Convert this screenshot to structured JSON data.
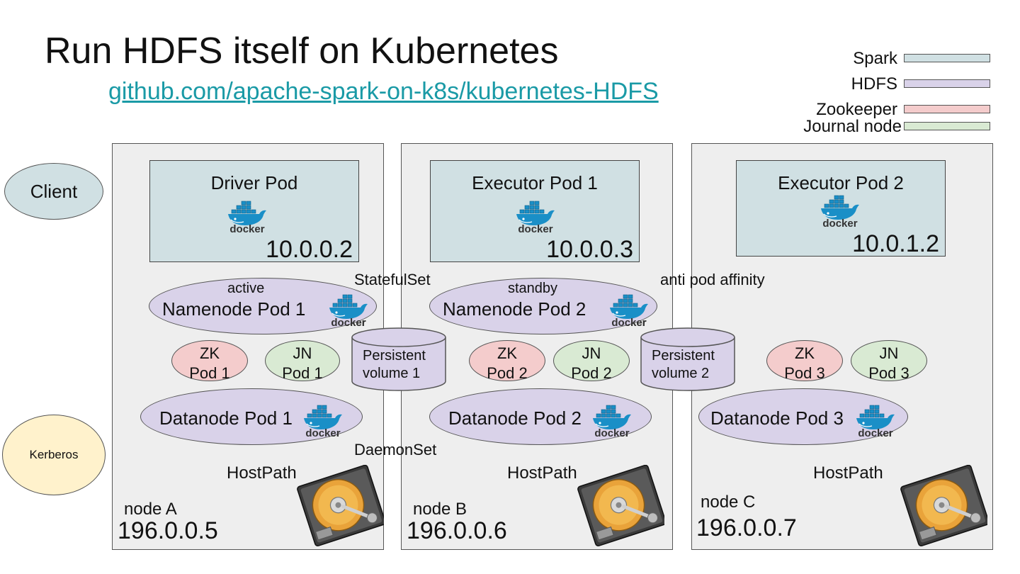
{
  "slide": {
    "title": "Run HDFS itself on Kubernetes",
    "link": "github.com/apache-spark-on-k8s/kubernetes-HDFS"
  },
  "legend": [
    {
      "label": "Spark",
      "color": "#d0e0e3"
    },
    {
      "label": "HDFS",
      "color": "#d9d2e9"
    },
    {
      "label": "Zookeeper",
      "color": "#f4cccc"
    },
    {
      "label": "Journal node",
      "color": "#d9ead3"
    }
  ],
  "client": {
    "label": "Client",
    "color": "#d0e0e3"
  },
  "kerberos": {
    "label": "Kerberos",
    "color": "#fff2cc"
  },
  "icons": {
    "docker": "docker-whale-icon",
    "disk": "hard-disk-icon",
    "docker_text": "docker"
  },
  "annotations": {
    "statefulset": "StatefulSet",
    "anti_affinity": "anti pod affinity",
    "daemonset": "DaemonSet"
  },
  "nodes": {
    "a": {
      "name": "node A",
      "ip": "196.0.0.5",
      "hostpath": "HostPath",
      "pod": {
        "title": "Driver Pod",
        "ip": "10.0.0.2"
      },
      "namenode": {
        "state": "active",
        "label": "Namenode Pod 1"
      },
      "zk": {
        "line1": "ZK",
        "line2": "Pod 1"
      },
      "jn": {
        "line1": "JN",
        "line2": "Pod 1"
      },
      "datanode": "Datanode Pod 1"
    },
    "b": {
      "name": "node B",
      "ip": "196.0.0.6",
      "hostpath": "HostPath",
      "pod": {
        "title": "Executor Pod 1",
        "ip": "10.0.0.3"
      },
      "namenode": {
        "state": "standby",
        "label": "Namenode Pod 2"
      },
      "zk": {
        "line1": "ZK",
        "line2": "Pod 2"
      },
      "jn": {
        "line1": "JN",
        "line2": "Pod 2"
      },
      "datanode": "Datanode Pod 2"
    },
    "c": {
      "name": "node C",
      "ip": "196.0.0.7",
      "hostpath": "HostPath",
      "pod": {
        "title": "Executor Pod 2",
        "ip": "10.0.1.2"
      },
      "zk": {
        "line1": "ZK",
        "line2": "Pod 3"
      },
      "jn": {
        "line1": "JN",
        "line2": "Pod 3"
      },
      "datanode": "Datanode Pod 3"
    }
  },
  "volumes": [
    {
      "line1": "Persistent",
      "line2": "volume 1"
    },
    {
      "line1": "Persistent",
      "line2": "volume 2"
    }
  ]
}
